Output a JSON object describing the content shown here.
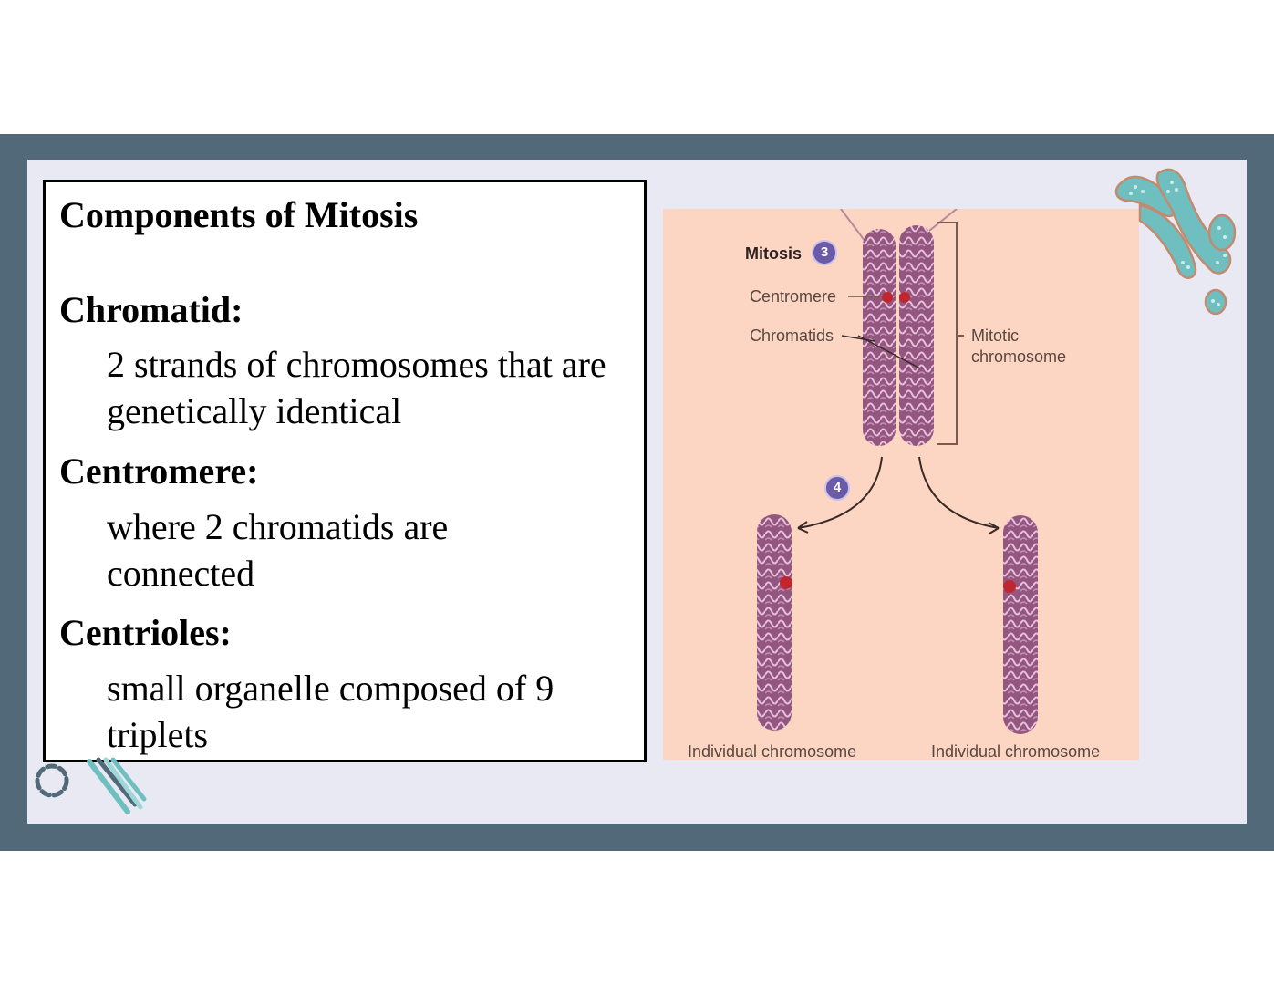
{
  "slide": {
    "title": "Components of Mitosis",
    "terms": [
      {
        "term": "Chromatid:",
        "definition": "2 strands of chromosomes that are genetically identical"
      },
      {
        "term": "Centromere:",
        "definition": "where 2 chromatids are connected"
      },
      {
        "term": "Centrioles:",
        "definition": "small organelle composed of 9 triplets"
      }
    ]
  },
  "diagram": {
    "heading": "Mitosis",
    "step_badges": [
      "3",
      "4"
    ],
    "labels": {
      "centromere": "Centromere",
      "chromatids": "Chromatids",
      "mitotic_chromosome_line1": "Mitotic",
      "mitotic_chromosome_line2": "chromosome",
      "individual_left": "Individual chromosome",
      "individual_right": "Individual chromosome"
    }
  },
  "colors": {
    "frame": "#52697a",
    "panel": "#e8e9f3",
    "diagram_bg": "#fcd5c3",
    "chromosome": "#9a5f88",
    "centromere": "#c0262e",
    "badge": "#6a5aa8",
    "deco_teal": "#6fbfc0"
  }
}
